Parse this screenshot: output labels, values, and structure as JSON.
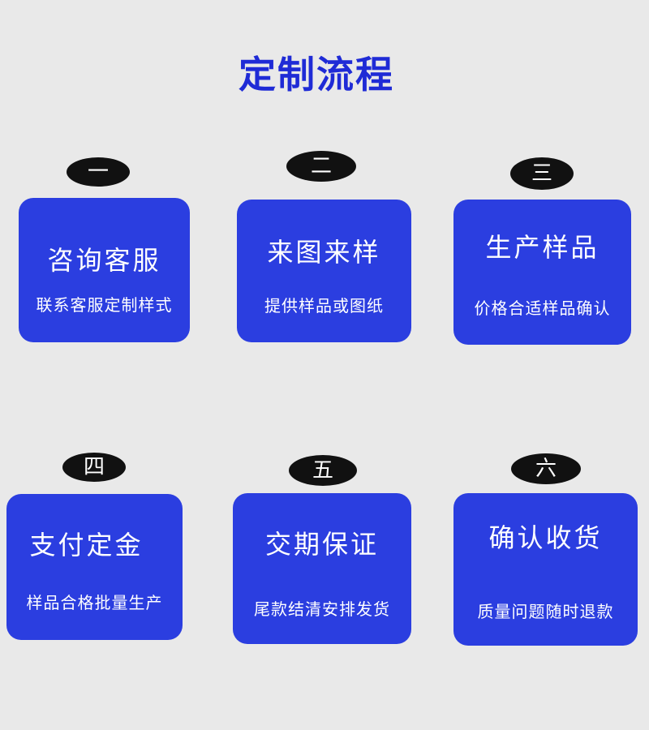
{
  "title": "定制流程",
  "accent_color": "#2b3ee0",
  "title_color": "#1f2bd6",
  "steps": [
    {
      "number": "一",
      "title": "咨询客服",
      "subtitle": "联系客服定制样式"
    },
    {
      "number": "二",
      "title": "来图来样",
      "subtitle": "提供样品或图纸"
    },
    {
      "number": "三",
      "title": "生产样品",
      "subtitle": "价格合适样品确认"
    },
    {
      "number": "四",
      "title": "支付定金",
      "subtitle": "样品合格批量生产"
    },
    {
      "number": "五",
      "title": "交期保证",
      "subtitle": "尾款结清安排发货"
    },
    {
      "number": "六",
      "title": "确认收货",
      "subtitle": "质量问题随时退款"
    }
  ]
}
